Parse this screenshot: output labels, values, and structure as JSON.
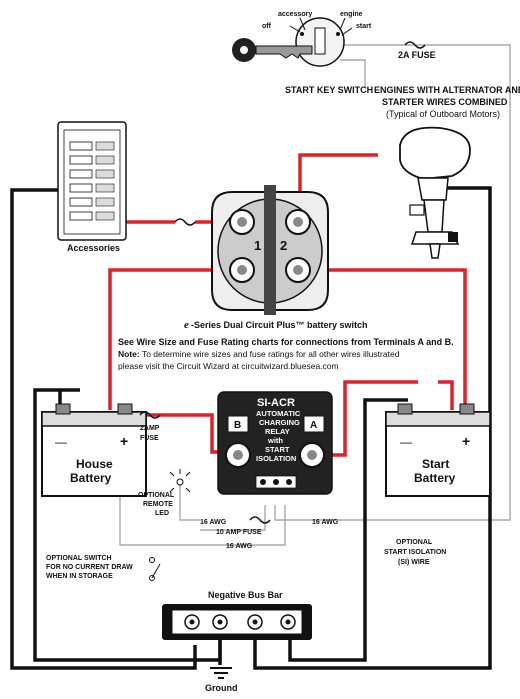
{
  "key_switch": {
    "accessory": "accessory",
    "off": "off",
    "engine": "engine",
    "start": "start",
    "title": "START KEY SWITCH",
    "fuse": "2A FUSE"
  },
  "engine": {
    "line1": "ENGINES WITH ALTERNATOR AND",
    "line2": "STARTER WIRES COMBINED",
    "line3": "(Typical of Outboard Motors)"
  },
  "accessories": {
    "title": "Accessories"
  },
  "battery_switch": {
    "prefix": "e",
    "caption": "-Series Dual Circuit Plus™ battery switch",
    "terminal_1": "1",
    "terminal_2": "2"
  },
  "notes": {
    "line1": "See Wire Size and Fuse Rating charts for connections from Terminals A and B.",
    "line2_bold": "Note:",
    "line2": " To determine wire sizes and fuse ratings for all other wires illustrated",
    "line3": "please visit the Circuit Wizard at circuitwizard.bluesea.com"
  },
  "acr": {
    "title": "SI-ACR",
    "line1": "AUTOMATIC",
    "line2": "CHARGING",
    "line3": "RELAY",
    "line4": "with",
    "line5": "START",
    "line6": "ISOLATION",
    "terminal_b": "B",
    "terminal_a": "A"
  },
  "house_battery": {
    "line1": "House",
    "line2": "Battery"
  },
  "start_battery": {
    "line1": "Start",
    "line2": "Battery"
  },
  "labels": {
    "fuse_2amp_1": "2AMP",
    "fuse_2amp_2": "FUSE",
    "led_1": "OPTIONAL",
    "led_2": "REMOTE",
    "led_3": "LED",
    "awg16_a": "16 AWG",
    "fuse_10amp": "10 AMP FUSE",
    "awg16_b": "16 AWG",
    "awg16_c": "16 AWG",
    "switch_1": "OPTIONAL SWITCH",
    "switch_2": "FOR NO CURRENT DRAW",
    "switch_3": "WHEN IN STORAGE",
    "si_1": "OPTIONAL",
    "si_2": "START ISOLATION",
    "si_3": "(SI) WIRE",
    "bus_bar": "Negative Bus Bar",
    "ground": "Ground"
  },
  "colors": {
    "positive_wire": "#e0202a",
    "negative_wire": "#111111",
    "signal_wire": "#999999"
  }
}
